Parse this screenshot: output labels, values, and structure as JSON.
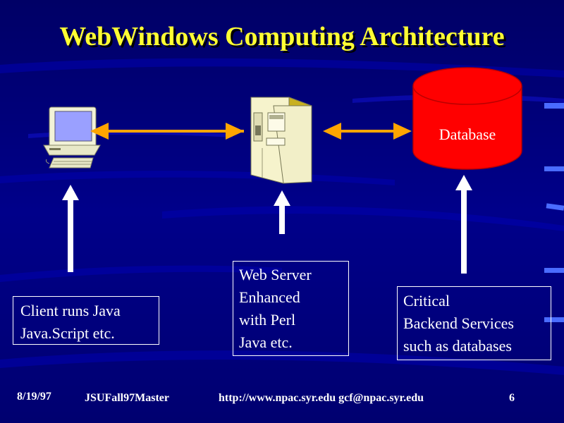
{
  "slide": {
    "title": "WebWindows Computing Architecture",
    "colors": {
      "background": "#00007a",
      "title": "#ffff33",
      "arrow": "#ffa500",
      "database": "#ff0000"
    }
  },
  "diagram": {
    "nodes": [
      {
        "id": "client",
        "icon": "computer-icon"
      },
      {
        "id": "server",
        "icon": "server-icon"
      },
      {
        "id": "database",
        "icon": "database-cylinder-icon",
        "label": "Database"
      }
    ],
    "edges": [
      {
        "from": "client",
        "to": "server",
        "style": "double-arrow"
      },
      {
        "from": "server",
        "to": "database",
        "style": "double-arrow"
      }
    ],
    "callouts": {
      "client": "Client runs Java\nJava.Script etc.",
      "server": "Web Server\nEnhanced\nwith Perl\nJava etc.",
      "backend": "Critical\nBackend Services\nsuch as databases"
    }
  },
  "footer": {
    "date": "8/19/97",
    "master": "JSUFall97Master",
    "url": "http://www.npac.syr.edu gcf@npac.syr.edu",
    "page": "6"
  }
}
